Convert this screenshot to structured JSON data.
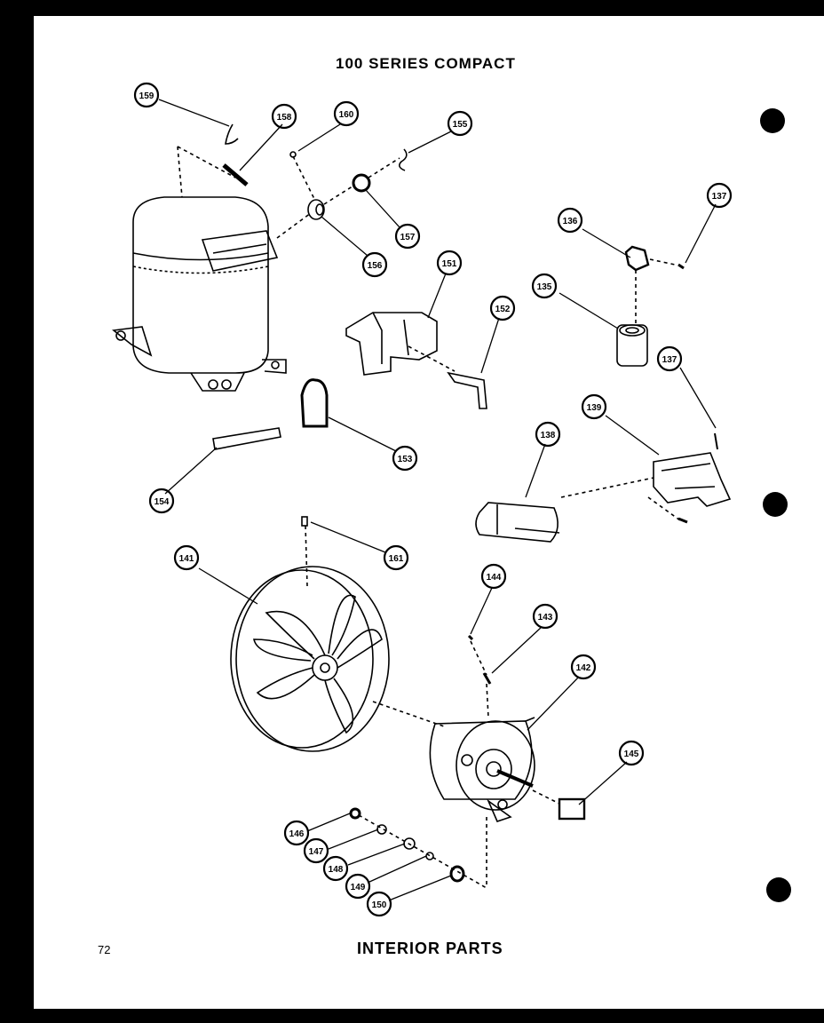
{
  "header": {
    "title": "100 SERIES COMPACT"
  },
  "footer": {
    "label": "INTERIOR PARTS",
    "page_number": "72"
  },
  "callouts": [
    {
      "id": "p159",
      "number": "159"
    },
    {
      "id": "p158",
      "number": "158"
    },
    {
      "id": "p160",
      "number": "160"
    },
    {
      "id": "p155",
      "number": "155"
    },
    {
      "id": "p157",
      "number": "157"
    },
    {
      "id": "p156",
      "number": "156"
    },
    {
      "id": "p151",
      "number": "151"
    },
    {
      "id": "p152",
      "number": "152"
    },
    {
      "id": "p153",
      "number": "153"
    },
    {
      "id": "p154",
      "number": "154"
    },
    {
      "id": "p136",
      "number": "136"
    },
    {
      "id": "p137a",
      "number": "137"
    },
    {
      "id": "p135",
      "number": "135"
    },
    {
      "id": "p137b",
      "number": "137"
    },
    {
      "id": "p139",
      "number": "139"
    },
    {
      "id": "p138",
      "number": "138"
    },
    {
      "id": "p161",
      "number": "161"
    },
    {
      "id": "p141",
      "number": "141"
    },
    {
      "id": "p144",
      "number": "144"
    },
    {
      "id": "p143",
      "number": "143"
    },
    {
      "id": "p142",
      "number": "142"
    },
    {
      "id": "p145",
      "number": "145"
    },
    {
      "id": "p146",
      "number": "146"
    },
    {
      "id": "p147",
      "number": "147"
    },
    {
      "id": "p148",
      "number": "148"
    },
    {
      "id": "p149",
      "number": "149"
    },
    {
      "id": "p150",
      "number": "150"
    }
  ],
  "colors": {
    "ink": "#000000",
    "paper": "#ffffff",
    "edge": "#000000"
  }
}
